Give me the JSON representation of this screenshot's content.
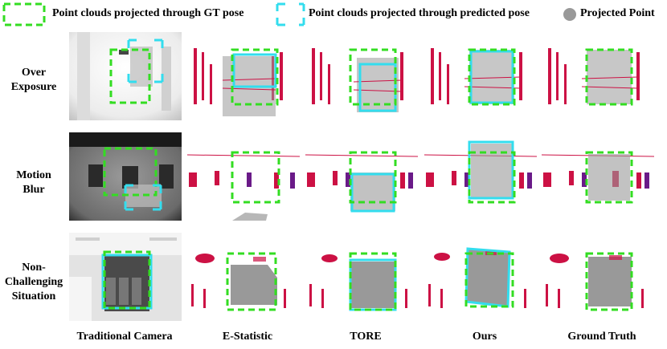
{
  "legend": {
    "gt_label": "Point clouds projected through GT pose",
    "pred_label": "Point clouds projected through predicted pose",
    "point_label": "Projected Point",
    "gt_color": "#33dd22",
    "pred_color": "#33ddee",
    "point_color": "#999999"
  },
  "rows": [
    {
      "label": "Over\nExposure"
    },
    {
      "label": "Motion\nBlur"
    },
    {
      "label": "Non-\nChallenging\nSituation"
    }
  ],
  "columns": [
    {
      "label": "Traditional Camera"
    },
    {
      "label": "E-Statistic"
    },
    {
      "label": "TORE"
    },
    {
      "label": "Ours"
    },
    {
      "label": "Ground Truth"
    }
  ]
}
